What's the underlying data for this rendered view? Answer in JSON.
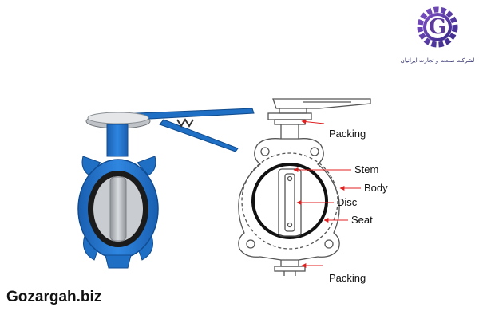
{
  "logo": {
    "icon": "gear-g-logo",
    "caption": "لشرکت صنعت و تجارت ایرانیان",
    "color": "#5b3a9a"
  },
  "photo": {
    "subject": "butterfly-valve-photo",
    "body_color": "#1f6fc4"
  },
  "diagram": {
    "labels": {
      "packing_top": "Packing",
      "stem": "Stem",
      "body": "Body",
      "disc": "Disc",
      "seat": "Seat",
      "packing_bottom": "Packing"
    },
    "arrow_color": "#e02020"
  },
  "watermark": "Gozargah.biz"
}
